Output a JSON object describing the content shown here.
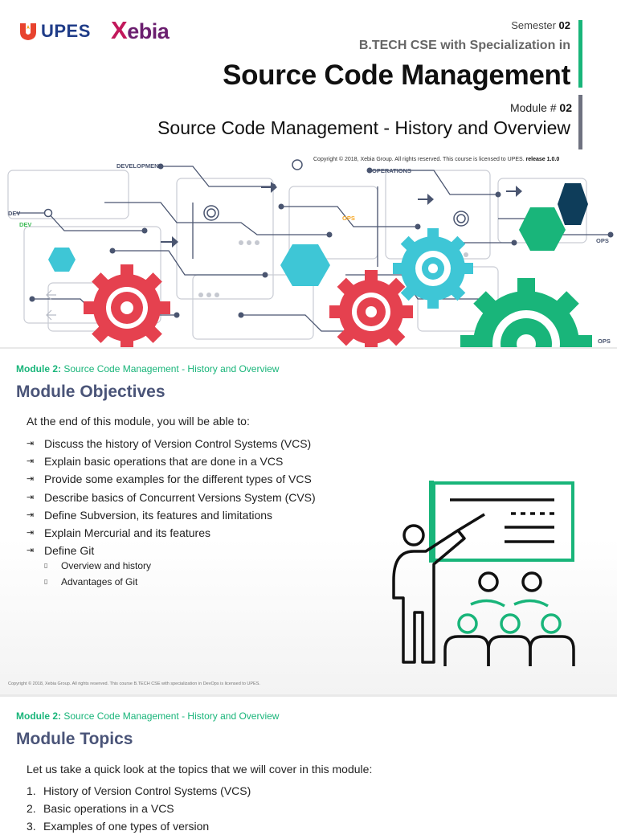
{
  "cover": {
    "logos": {
      "upes": "UPES",
      "xebia_x": "X",
      "xebia_rest": "ebia"
    },
    "semester_label": "Semester",
    "semester_number": "02",
    "specialization": "B.TECH CSE with Specialization in",
    "course_title": "Source Code Management",
    "module_label": "Module #",
    "module_number": "02",
    "module_title": "Source Code Management - History and Overview",
    "copyright": "Copyright © 2018, Xebia Group. All rights reserved. This course is licensed to UPES.",
    "release": "release 1.0.0",
    "art_labels": {
      "development": "DEVELOPMENT",
      "operations": "OPERATIONS",
      "dev": "DEV",
      "dev_green": "DEV",
      "ops_orange": "OPS",
      "ops_right": "OPS",
      "ops_bottom": "OPS"
    },
    "colors": {
      "green": "#19b57a",
      "grey": "#6f7280",
      "red": "#e5414f",
      "teal": "#3ec6d6",
      "navy": "#0e3d5a"
    }
  },
  "page2": {
    "crumb_bold": "Module 2:",
    "crumb_text": "Source Code Management - History and Overview",
    "title": "Module Objectives",
    "intro": "At the end of this module, you will be able to:",
    "bullet_glyph": "⇥",
    "objectives": [
      "Discuss the history of Version Control Systems (VCS)",
      "Explain basic operations that are done in a VCS",
      "Provide some examples for the different types of VCS",
      "Describe basics of Concurrent Versions System (CVS)",
      "Define Subversion, its features and limitations",
      "Explain Mercurial and its features",
      "Define Git"
    ],
    "sub_glyph": "▯",
    "sub_items": [
      "Overview and history",
      "Advantages of Git"
    ],
    "copyright": "Copyright © 2018, Xebia Group. All rights reserved. This course B.TECH CSE with specialization in DevOps is licensed to UPES."
  },
  "page3": {
    "crumb_bold": "Module 2:",
    "crumb_text": "Source Code Management - History and Overview",
    "title": "Module Topics",
    "intro": "Let us take a quick look at the topics that we will cover in this module:",
    "topics": [
      {
        "n": "1.",
        "text": "History of Version Control Systems (VCS)"
      },
      {
        "n": "2.",
        "text": "Basic operations in a VCS"
      },
      {
        "n": "3.",
        "text": "Examples of one types of version"
      }
    ]
  }
}
